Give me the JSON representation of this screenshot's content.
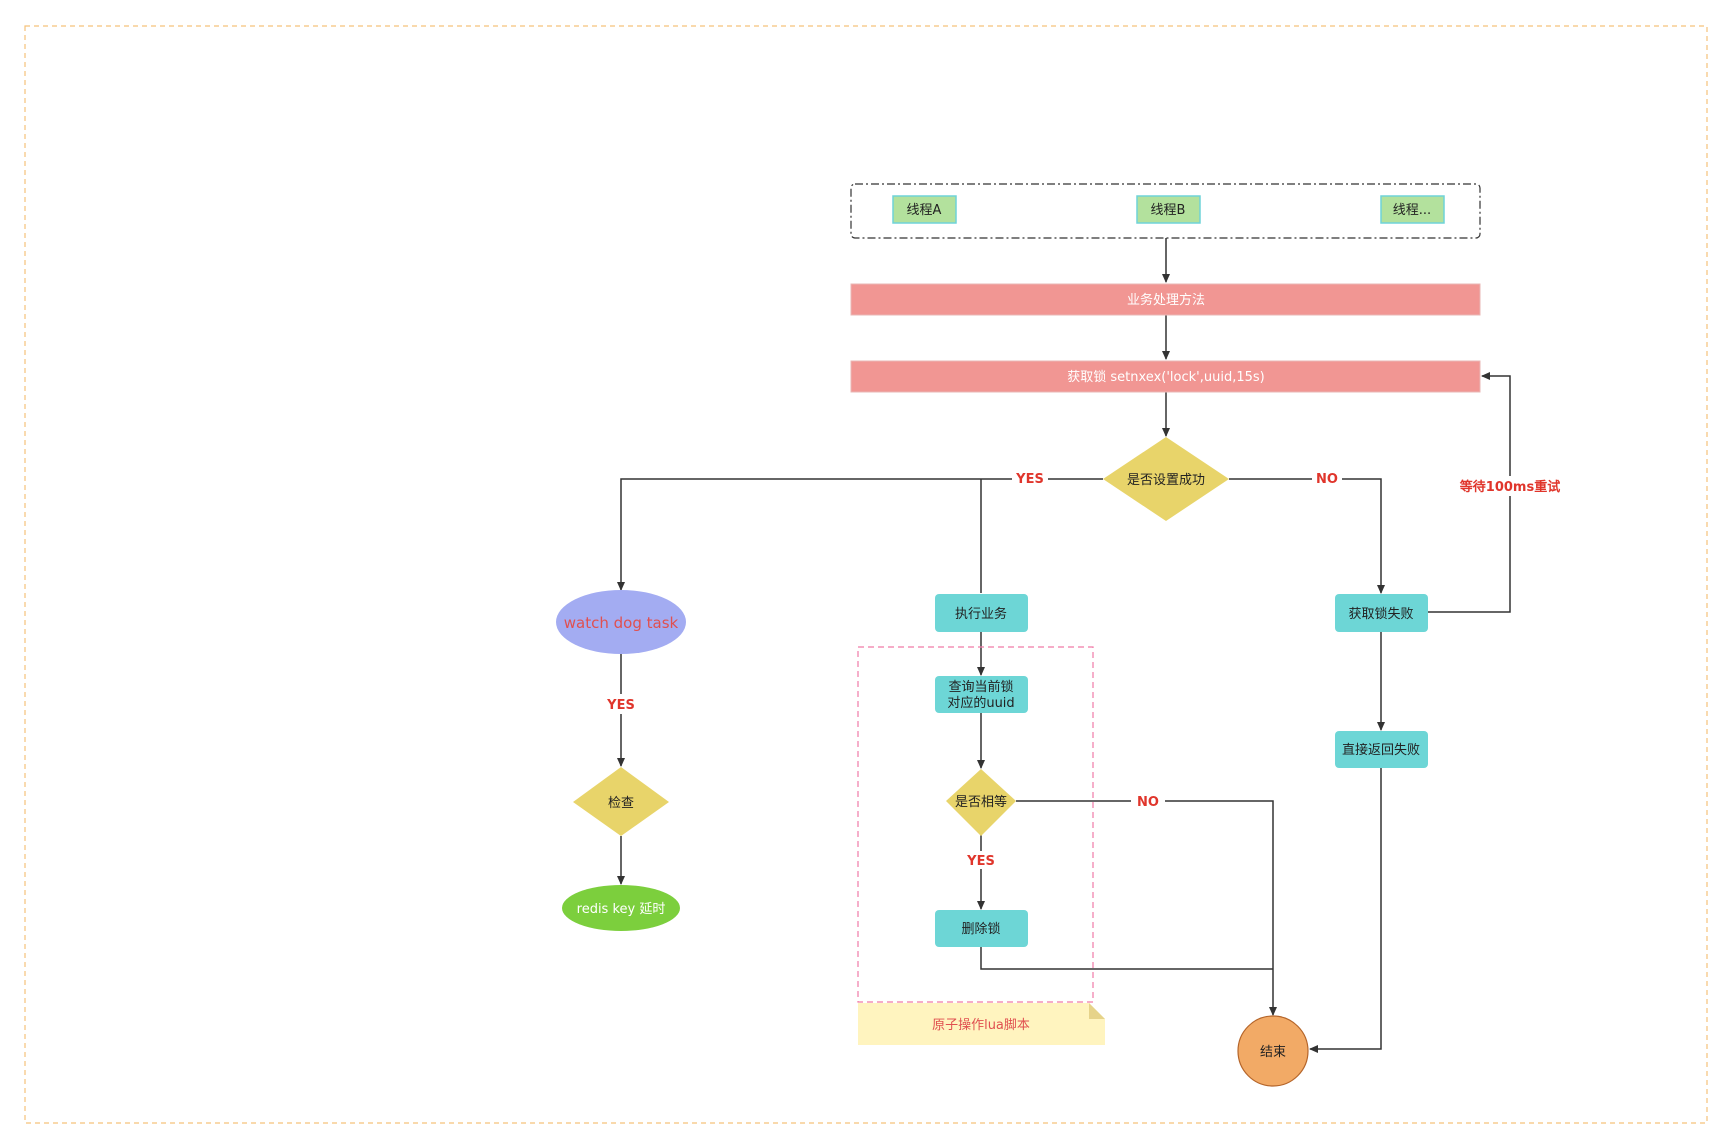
{
  "threads": {
    "a": "线程A",
    "b": "线程B",
    "c": "线程..."
  },
  "nodes": {
    "business_method": "业务处理方法",
    "acquire_lock": "获取锁  setnxex('lock',uuid,15s)",
    "set_success": "是否设置成功",
    "execute_business": "执行业务",
    "query_uuid_line1": "查询当前锁",
    "query_uuid_line2": "对应的uuid",
    "is_equal": "是否相等",
    "delete_lock": "删除锁",
    "lock_failed": "获取锁失败",
    "return_failure": "直接返回失败",
    "end": "结束",
    "watch_dog": "watch dog task",
    "check": "检查",
    "redis_extend": "redis key 延时",
    "lua_note": "原子操作lua脚本"
  },
  "edge_labels": {
    "yes_main": "YES",
    "no_main": "NO",
    "retry": "等待100ms重试",
    "yes_watchdog": "YES",
    "no_equal": "NO",
    "yes_equal": "YES"
  },
  "colors": {
    "thread_fill": "#b3e19d",
    "thread_border": "#6fd3d8",
    "red_fill": "#f19693",
    "diamond_fill": "#e8d46a",
    "teal_fill": "#6dd6d6",
    "watchdog_fill": "#a3acf2",
    "watchdog_text": "#e05050",
    "green_fill": "#7ccf3d",
    "end_fill": "#f2aa66",
    "end_border": "#b5652a",
    "note_fill": "#fff4bf",
    "note_text": "#e05050",
    "label_red": "#e0352b",
    "outer_border": "#f5c27a",
    "lua_border": "#f07aa8"
  }
}
